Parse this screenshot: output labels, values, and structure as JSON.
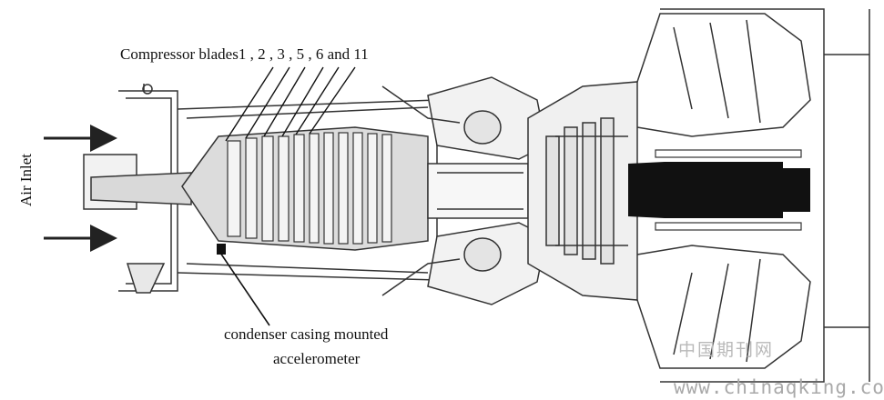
{
  "labels": {
    "compressor_blades": "Compressor blades1 , 2 , 3 , 5 , 6 and 11",
    "accelerometer_line1": "condenser casing mounted",
    "accelerometer_line2": "accelerometer",
    "air_inlet": "Air Inlet"
  },
  "watermark": {
    "chinese": "中国期刊网",
    "url": "www.chinaqking.com"
  },
  "colors": {
    "line": "#333333",
    "shaft": "#111111",
    "rotor_fill": "#cfcfcf",
    "watermark": "#b0b0b0"
  }
}
